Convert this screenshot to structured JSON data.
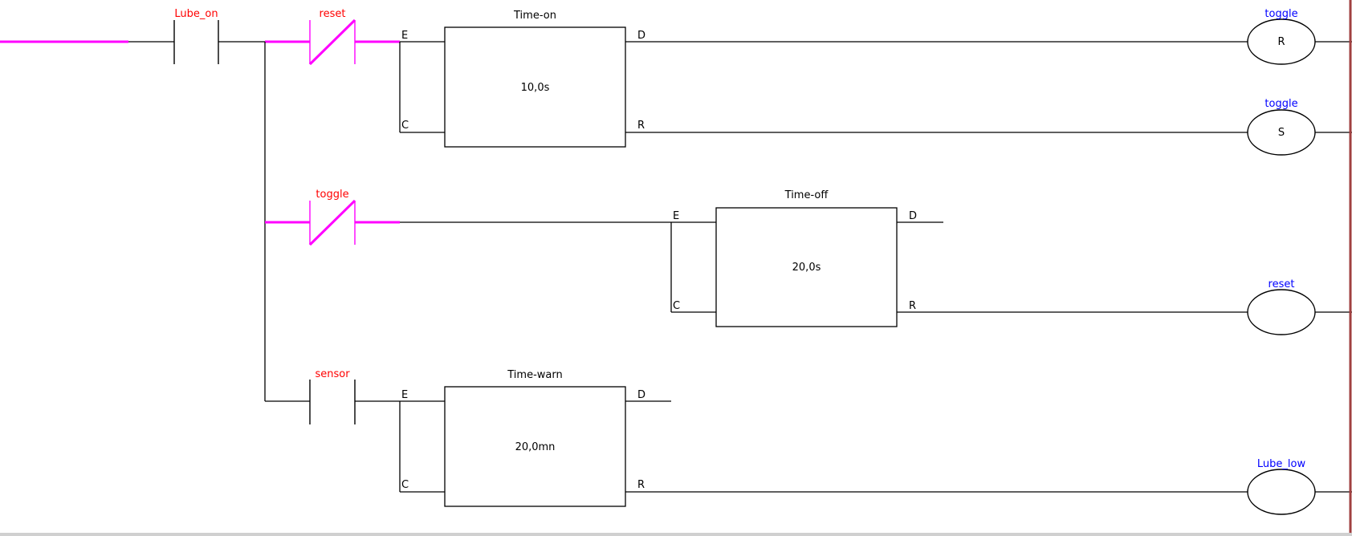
{
  "colors": {
    "energized": "#ff00ff",
    "contact_label": "#ff0000",
    "coil_label": "#0000ff",
    "wire": "#000000",
    "right_rail": "#a04040"
  },
  "contacts": [
    {
      "id": "lube-on",
      "label": "Lube_on",
      "type": "NO",
      "energized": true
    },
    {
      "id": "reset",
      "label": "reset",
      "type": "NC",
      "energized": true
    },
    {
      "id": "toggle",
      "label": "toggle",
      "type": "NC",
      "energized": true
    },
    {
      "id": "sensor",
      "label": "sensor",
      "type": "NO",
      "energized": false
    }
  ],
  "timers": [
    {
      "id": "time-on",
      "title": "Time-on",
      "preset": "10,0s",
      "pin_e": "E",
      "pin_c": "C",
      "pin_d": "D",
      "pin_r": "R"
    },
    {
      "id": "time-off",
      "title": "Time-off",
      "preset": "20,0s",
      "pin_e": "E",
      "pin_c": "C",
      "pin_d": "D",
      "pin_r": "R"
    },
    {
      "id": "time-warn",
      "title": "Time-warn",
      "preset": "20,0mn",
      "pin_e": "E",
      "pin_c": "C",
      "pin_d": "D",
      "pin_r": "R"
    }
  ],
  "coils": [
    {
      "id": "toggle-reset",
      "label": "toggle",
      "type": "R"
    },
    {
      "id": "toggle-set",
      "label": "toggle",
      "type": "S"
    },
    {
      "id": "reset",
      "label": "reset",
      "type": ""
    },
    {
      "id": "lube-low",
      "label": "Lube_low",
      "type": ""
    }
  ]
}
